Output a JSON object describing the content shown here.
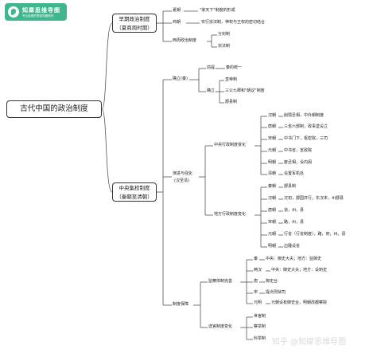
{
  "logo": {
    "name": "知犀思维导图",
    "tagline": "专注免费的思维导图软件"
  },
  "root": "古代中国的政治制度",
  "early": {
    "title_1": "早期政治制度",
    "title_2": "（夏商周时期）",
    "xia": {
      "label": "夏朝",
      "text": "\"家天下\"制度的形成"
    },
    "shang": {
      "label": "商朝",
      "text": "实行宗法制，神权与王权的密切结合"
    },
    "zhou": {
      "label": "西周政治制度",
      "items": [
        "分封制",
        "宗法制"
      ]
    }
  },
  "central": {
    "title_1": "中央集权制度",
    "title_2": "（秦朝至清朝）",
    "establish": {
      "label": "确立(秦)",
      "premise": {
        "label": "前提",
        "text": "秦的统一"
      },
      "found": {
        "label": "确立",
        "items": [
          "皇帝制",
          "三公九卿和\"朝议\"制度",
          "郡县制"
        ]
      }
    },
    "evolve": {
      "label": "演进与强化",
      "label2": "(汉至清)",
      "central_admin": {
        "label": "中央行政制度变化",
        "rows": [
          {
            "dyn": "汉朝",
            "text": "削弱丞相，中外朝制度"
          },
          {
            "dyn": "唐朝",
            "text": "三省六部制，政事堂设立"
          },
          {
            "dyn": "宋朝",
            "text": "中书门下，枢密院，三司"
          },
          {
            "dyn": "元朝",
            "text": "中书省，宣政院"
          },
          {
            "dyn": "明朝",
            "text": "废丞相，设内阁"
          },
          {
            "dyn": "清朝",
            "text": "设置军机处"
          }
        ]
      },
      "local_admin": {
        "label": "地方行政制度变化",
        "rows": [
          {
            "dyn": "秦朝",
            "text": "郡县制"
          },
          {
            "dyn": "汉朝",
            "text": "汉初，郡国并行，东汉末，州郡县"
          },
          {
            "dyn": "唐朝",
            "text": "道，州，县"
          },
          {
            "dyn": "宋朝",
            "text": "路，州，县"
          },
          {
            "dyn": "元朝",
            "text": "行省（行省制度），路，府，州，县"
          },
          {
            "dyn": "明朝",
            "text": "边陲设省"
          }
        ]
      }
    },
    "guarantee": {
      "label": "制度保障",
      "supervision": {
        "label": "监察体制完善",
        "rows": [
          {
            "dyn": "秦",
            "text": "中央：御史大夫；地方：监御史"
          },
          {
            "dyn": "两汉",
            "text": "中央：御史大夫；地方：设刺史"
          },
          {
            "dyn": "唐",
            "text": "御史台"
          },
          {
            "dyn": "宋",
            "text": "提点刑狱司"
          },
          {
            "dyn": "元明",
            "text": "元朝设有御史台，明朝改都察院"
          }
        ]
      },
      "official": {
        "label": "选官制度变化",
        "items": [
          "世官制",
          "察举制",
          "科举制"
        ]
      }
    }
  },
  "watermark": "知乎 @知犀思维导图"
}
